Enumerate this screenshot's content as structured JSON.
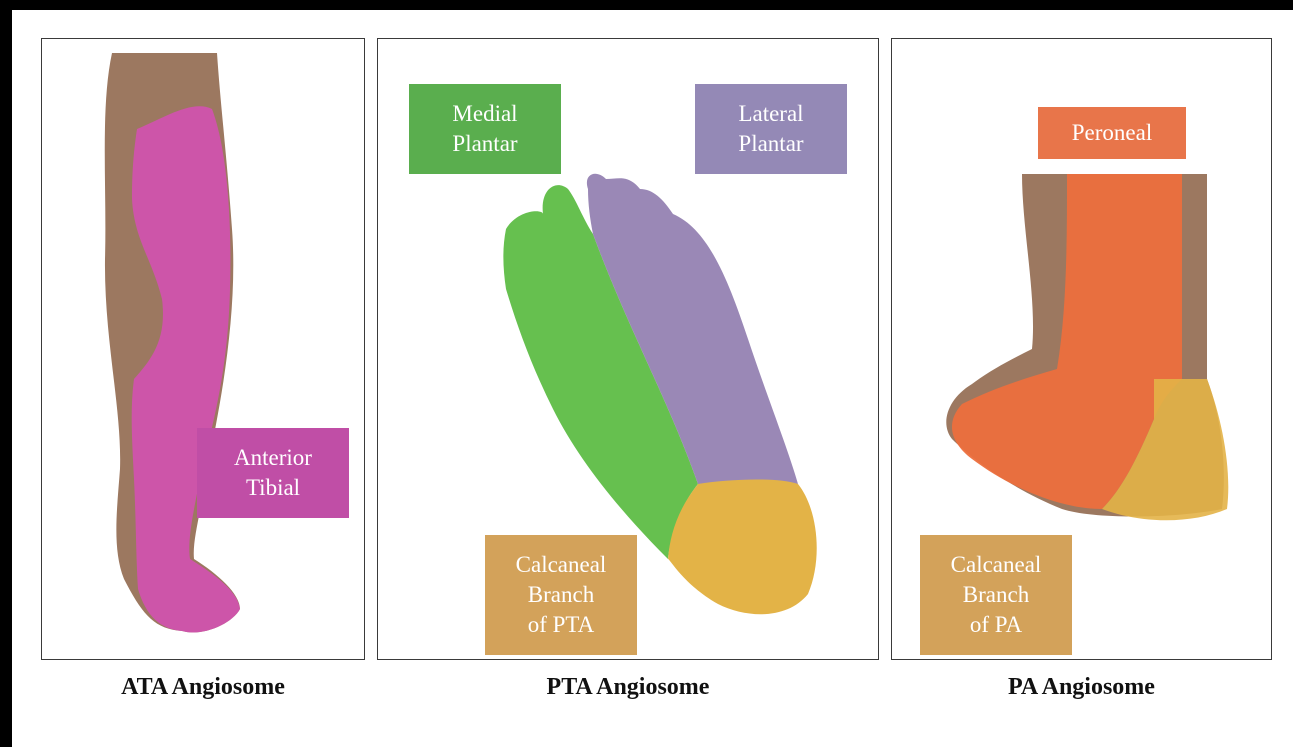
{
  "panels": [
    {
      "caption": "ATA Angiosome",
      "labels": [
        {
          "lines": [
            "Anterior",
            "Tibial"
          ],
          "color": "#c04ea6"
        }
      ]
    },
    {
      "caption": "PTA Angiosome",
      "labels": [
        {
          "lines": [
            "Medial",
            "Plantar"
          ],
          "color": "#5aae4e"
        },
        {
          "lines": [
            "Lateral",
            "Plantar"
          ],
          "color": "#9489b6"
        },
        {
          "lines": [
            "Calcaneal",
            "Branch",
            "of PTA"
          ],
          "color": "#d3a25a"
        }
      ]
    },
    {
      "caption": "PA Angiosome",
      "labels": [
        {
          "lines": [
            "Peroneal"
          ],
          "color": "#e8754a"
        },
        {
          "lines": [
            "Calcaneal",
            "Branch",
            "of PA"
          ],
          "color": "#d3a25a"
        }
      ]
    }
  ],
  "colors": {
    "skin": "#9c7860",
    "anterior_tibial": "#d152b0",
    "medial_plantar": "#66c04f",
    "lateral_plantar": "#9a88b6",
    "calcaneal": "#e3b347",
    "peroneal": "#ec6f3d"
  }
}
